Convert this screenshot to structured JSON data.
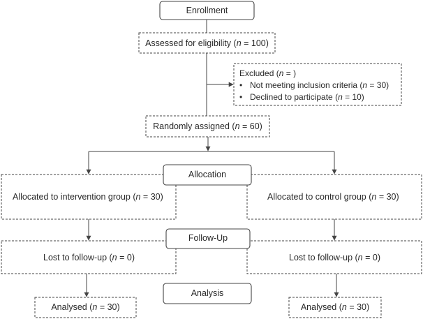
{
  "stages": {
    "enrollment": "Enrollment",
    "allocation": "Allocation",
    "follow_up": "Follow-Up",
    "analysis": "Analysis"
  },
  "assessed": {
    "label": "Assessed for eligibility (",
    "n": "n",
    "value": " = 100)"
  },
  "excluded": {
    "title_label": "Excluded (",
    "title_n": "n",
    "title_value": " = )",
    "items": [
      {
        "bullet": "•",
        "label": "Not meeting inclusion criteria (",
        "n": "n",
        "value": " = 30)"
      },
      {
        "bullet": "•",
        "label": "Declined to participate (",
        "n": "n",
        "value": " = 10)"
      }
    ]
  },
  "randomized": {
    "label": "Randomly assigned (",
    "n": "n",
    "value": " = 60)"
  },
  "intervention": {
    "allocated": {
      "label": "Allocated to intervention group (",
      "n": "n",
      "value": " = 30)"
    },
    "lost": {
      "label": "Lost to follow-up (",
      "n": "n",
      "value": " = 0)"
    },
    "analysed": {
      "label": "Analysed (",
      "n": "n",
      "value": " = 30)"
    }
  },
  "control": {
    "allocated": {
      "label": "Allocated to control group (",
      "n": "n",
      "value": " = 30)"
    },
    "lost": {
      "label": "Lost to follow-up (",
      "n": "n",
      "value": " = 0)"
    },
    "analysed": {
      "label": "Analysed (",
      "n": "n",
      "value": " = 30)"
    }
  },
  "colors": {
    "line": "#444444",
    "text": "#2a2a2a",
    "background": "#ffffff"
  }
}
